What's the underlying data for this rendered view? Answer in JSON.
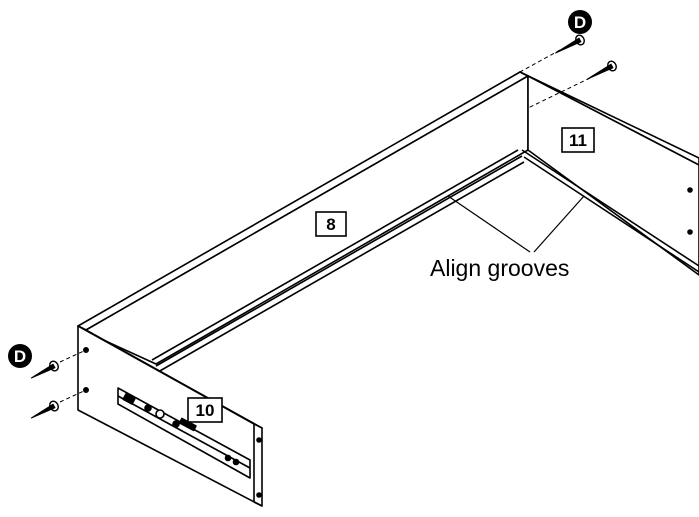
{
  "diagram": {
    "part_labels": {
      "top_panel": "8",
      "left_panel": "10",
      "right_panel": "11"
    },
    "hardware": {
      "screw_letter_top": "D",
      "screw_letter_left": "D"
    },
    "callout": {
      "text": "Align grooves"
    },
    "colors": {
      "line": "#000000",
      "panel": "#ffffff",
      "badge": "#000000"
    }
  }
}
